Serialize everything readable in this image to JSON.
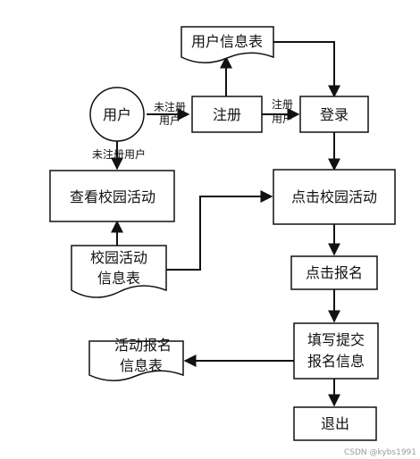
{
  "nodes": {
    "user": "用户",
    "user_info_table": "用户信息表",
    "register": "注册",
    "login": "登录",
    "view_activities": "查看校园活动",
    "click_activity": "点击校园活动",
    "activity_table_line1": "校园活动",
    "activity_table_line2": "信息表",
    "click_signup": "点击报名",
    "fill_line1": "填写提交",
    "fill_line2": "报名信息",
    "signup_table_line1": "活动报名",
    "signup_table_line2": "信息表",
    "exit": "退出"
  },
  "edges": {
    "user_to_register_line1": "未注册",
    "user_to_register_line2": "用户",
    "register_to_login_line1": "注册",
    "register_to_login_line2": "用户",
    "user_to_view": "未注册用户"
  },
  "watermark": "CSDN @kybs1991"
}
